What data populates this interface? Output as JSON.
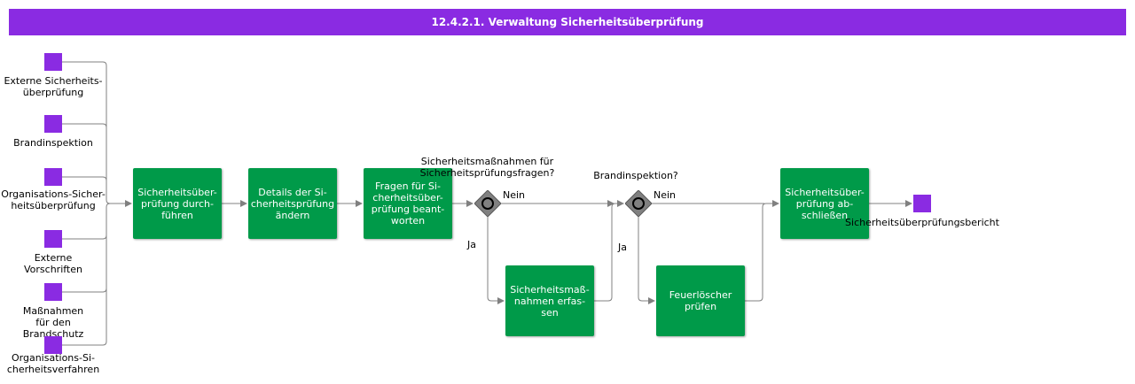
{
  "title": "12.4.2.1. Verwaltung Sicherheitsüberprüfung",
  "inputs": [
    "Externe Sicherheits-\nüberprüfung",
    "Brandinspektion",
    "Organisations-Sicher-\nheitsüberprüfung",
    "Externe\nVorschriften",
    "Maßnahmen\nfür den\nBrandschutz",
    "Organisations-Si-\ncherheitsverfahren"
  ],
  "tasks": {
    "t1": "Sicherheitsüber-\nprüfung durch-\nführen",
    "t2": "Details der Si-\ncherheitsprüfung\nändern",
    "t3": "Fragen für Si-\ncherheitsüber-\nprüfung beant-\nworten",
    "t4": "Sicherheitsmaß-\nnahmen erfas-\nsen",
    "t5": "Feuerlöscher\nprüfen",
    "t6": "Sicherheitsüber-\nprüfung ab-\nschließen"
  },
  "gateways": {
    "g1_question": "Sicherheitsmaßnahmen für\nSicherheitsprüfungsfragen?",
    "g2_question": "Brandinspektion?",
    "no_label": "Nein",
    "yes_label": "Ja"
  },
  "output": "Sicherheitsüberprüfungsbericht",
  "colors": {
    "header": "#8a2be2",
    "task": "#009a49",
    "gateway": "#808080",
    "line": "#808080"
  }
}
